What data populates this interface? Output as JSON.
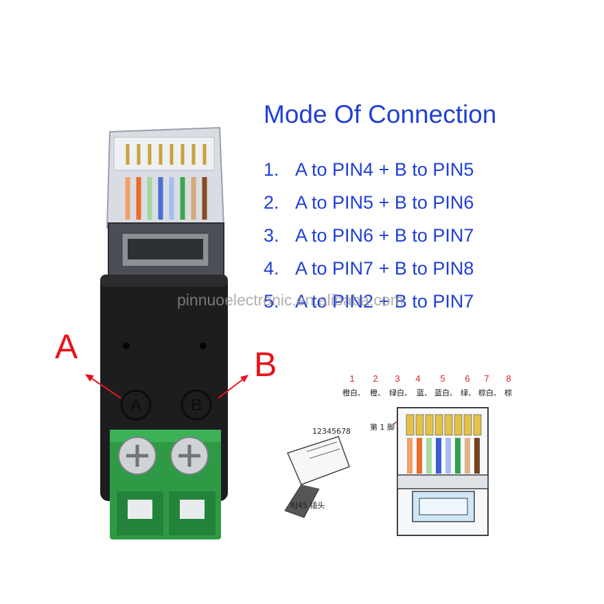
{
  "title": "Mode Of Connection",
  "modes": [
    {
      "num": "1.",
      "text": "A to PIN4 + B to PIN5"
    },
    {
      "num": "2.",
      "text": "A to PIN5 + B to PIN6"
    },
    {
      "num": "3.",
      "text": "A to PIN6 + B to PIN7"
    },
    {
      "num": "4.",
      "text": "A to PIN7 + B to PIN8"
    },
    {
      "num": "5.",
      "text": "A to PIN2 + B to PIN7"
    }
  ],
  "labels": {
    "a": "A",
    "b": "B",
    "terminal_a": "A",
    "terminal_b": "B"
  },
  "watermark": "pinnuoelectronic.en.alibaba.com",
  "diagram": {
    "pin_numbers": [
      "1",
      "2",
      "3",
      "4",
      "5",
      "6",
      "7",
      "8"
    ],
    "pin_colors": [
      "橙白、",
      "橙、",
      "绿白、",
      "蓝、",
      "蓝白、",
      "绿、",
      "棕白、",
      "棕"
    ],
    "first_pin_label": "第 1 脚",
    "plug_pin_numbers": "12345678",
    "plug_caption": "RJ45 插头"
  },
  "colors": {
    "title_blue": "#1f3fd6",
    "label_red": "#e8131b",
    "terminal_green": "#2f9a45",
    "body_black": "#1a1a1a"
  }
}
